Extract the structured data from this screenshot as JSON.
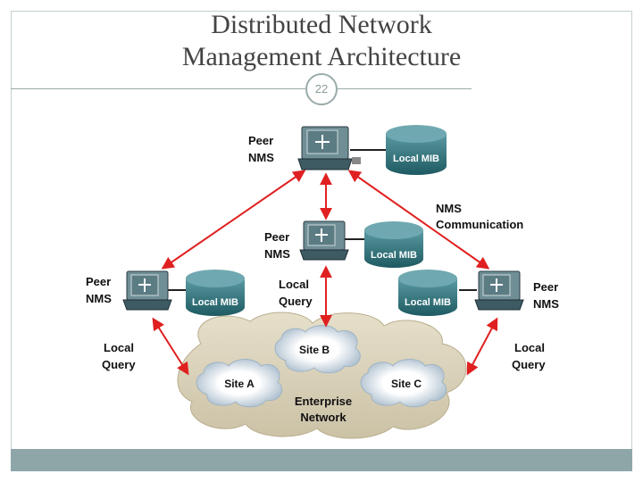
{
  "slide": {
    "title_line1": "Distributed Network",
    "title_line2": "Management Architecture",
    "page_number": "22"
  },
  "diagram": {
    "peer_nms_label": "Peer",
    "peer_nms_label2": "NMS",
    "local_mib_label": "Local MIB",
    "nms_comm_line1": "NMS",
    "nms_comm_line2": "Communication",
    "local_label": "Local",
    "query_label": "Query",
    "site_a": "Site A",
    "site_b": "Site B",
    "site_c": "Site C",
    "enterprise_line1": "Enterprise",
    "enterprise_line2": "Network"
  },
  "colors": {
    "arrow": "#e02020",
    "mib": "#2f6f78",
    "cloud": "#d8d0b8",
    "footer": "#8fa6a8"
  }
}
